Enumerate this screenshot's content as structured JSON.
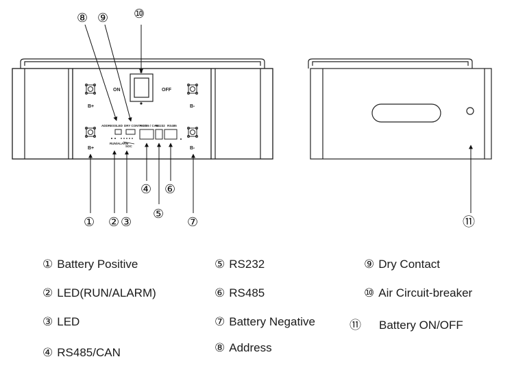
{
  "callouts": [
    {
      "num": "①",
      "text": "Battery Positive"
    },
    {
      "num": "②",
      "text": "LED(RUN/ALARM)"
    },
    {
      "num": "③",
      "text": "LED"
    },
    {
      "num": "④",
      "text": "RS485/CAN"
    },
    {
      "num": "⑤",
      "text": "RS232"
    },
    {
      "num": "⑥",
      "text": "RS485"
    },
    {
      "num": "⑦",
      "text": "Battery Negative"
    },
    {
      "num": "⑧",
      "text": "Address"
    },
    {
      "num": "⑨",
      "text": "Dry Contact"
    },
    {
      "num": "⑩",
      "text": "Air Circuit-breaker"
    },
    {
      "num": "⑪",
      "text": "Battery ON/OFF"
    }
  ],
  "panel_labels": {
    "on": "ON",
    "off": "OFF",
    "b_plus": "B+",
    "b_minus": "B-",
    "address": "ADDRESS",
    "led": "LED",
    "dry_contact": "DRY CONTACT",
    "rs485_can": "RS485 / CAN",
    "rs232": "RS232",
    "rs485": "RS485",
    "run_alarm": "RUN/ALARM",
    "soc": "SOC"
  }
}
